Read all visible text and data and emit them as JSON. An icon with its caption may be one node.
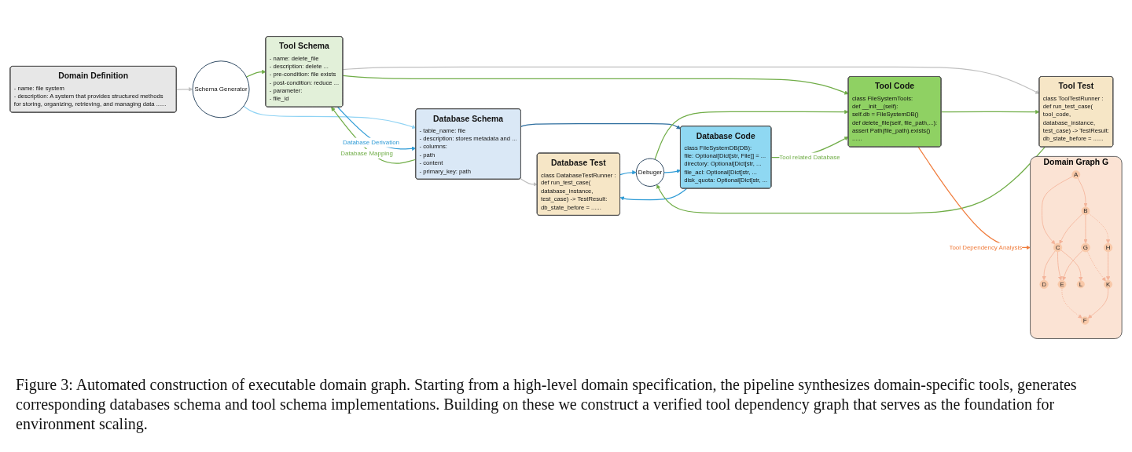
{
  "diagram": {
    "caption": "Figure 3: Automated construction of executable domain graph. Starting from a high-level domain specification, the pipeline synthesizes domain-specific tools, generates corresponding databases schema and tool schema implementations. Building on these we construct a verified tool dependency graph that serves as the foundation for environment scaling.",
    "nodes": [
      {
        "text": [
          "Domain Definition",
          "- name: file system",
          "- description: A system that provides structured methods for storing, organizing, retrieving, and managing data ......"
        ]
      },
      {
        "text": [
          "Schema Generator"
        ]
      },
      {
        "text": [
          "Tool Schema",
          "- name: delete_file",
          "- description: delete ...",
          "- pre-condition: file exists",
          "- post-condition: reduce ...",
          "- parameter:",
          "- file_id"
        ]
      },
      {
        "text": [
          "Database Schema",
          "- table_name: file",
          "- description: stores metadata and ...",
          "- columns:",
          "- path",
          "- content",
          "- primary_key: path"
        ]
      },
      {
        "text": [
          "Tool Test",
          "class ToolTestRunner :",
          "def run_test_case(",
          "tool_code,",
          "database_instance,",
          "test_case) -> TestResult:",
          "db_state_before = ......"
        ]
      },
      {
        "text": [
          "Database Test",
          "class DatabaseTestRunner :",
          "def run_test_case(",
          "database_instance,",
          "test_case) -> TestResult:",
          "db_state_before = ......"
        ]
      },
      {
        "text": [
          "Debuger"
        ]
      },
      {
        "text": [
          "Tool Code",
          "class FileSystemTools:",
          "def __init__(self):",
          "self.db = FileSystemDB()",
          "def delete_file(self, file_path,...):",
          "assert Path(file_path).exists()",
          "......"
        ]
      },
      {
        "text": [
          "Database Code",
          "class FileSystemDB(DB):",
          "file: Optional[Dict[str, File]] = ...",
          "directory: Optional[Dict[str, ...",
          "file_acl: Optional[Dict[str, ...",
          "disk_quota: Optional[Dict[str, ..."
        ]
      },
      {
        "text": [
          "Domain Graph G"
        ]
      },
      {
        "text": [
          "A"
        ],
        "in": 9
      },
      {
        "text": [
          "C"
        ],
        "in": 9
      },
      {
        "text": [
          "D"
        ],
        "in": 9
      },
      {
        "text": [
          "B"
        ],
        "in": 9
      },
      {
        "text": [
          "E"
        ],
        "in": 9
      },
      {
        "text": [
          "L"
        ],
        "in": 9
      },
      {
        "text": [
          "G"
        ],
        "in": 9
      },
      {
        "text": [
          "F"
        ],
        "in": 9
      },
      {
        "text": [
          "H"
        ],
        "in": 9
      },
      {
        "text": [
          "K"
        ],
        "in": 9
      }
    ],
    "edges": [
      {
        "from": 0,
        "to": 1,
        "arrow": "to",
        "color": "#bfbfbf"
      },
      {
        "from": 1,
        "to": 2,
        "arrow": "to",
        "color": "#70ad47"
      },
      {
        "from": 1,
        "to": 3,
        "arrow": "to",
        "color": "#8fd3f4"
      },
      {
        "from": 2,
        "to": 3,
        "arrow": "to",
        "label": "Database Derivation",
        "color": "#2e9bd6"
      },
      {
        "from": 3,
        "to": 2,
        "arrow": "to",
        "label": "Database Mapping",
        "color": "#70ad47"
      },
      {
        "from": 2,
        "to": 4,
        "arrow": "to",
        "color": "#bfbfbf"
      },
      {
        "from": 3,
        "to": 5,
        "arrow": "to",
        "color": "#bfbfbf"
      },
      {
        "from": 2,
        "to": 7,
        "arrow": "to",
        "color": "#70ad47"
      },
      {
        "from": 3,
        "to": 8,
        "arrow": "to",
        "color": "#2f6f9f"
      },
      {
        "from": 7,
        "to": 4,
        "arrow": "to",
        "color": "#70ad47"
      },
      {
        "from": 8,
        "to": 5,
        "arrow": "to",
        "color": "#2e9bd6"
      },
      {
        "from": 4,
        "to": 6,
        "arrow": "to",
        "color": "#70ad47"
      },
      {
        "from": 5,
        "to": 6,
        "arrow": "to",
        "color": "#2e9bd6"
      },
      {
        "from": 6,
        "to": 7,
        "arrow": "to",
        "color": "#70ad47"
      },
      {
        "from": 6,
        "to": 8,
        "arrow": "to",
        "color": "#2e9bd6"
      },
      {
        "from": 8,
        "to": 7,
        "arrow": "to",
        "label": "Tool related Database",
        "color": "#70ad47"
      },
      {
        "from": 7,
        "to": 9,
        "arrow": "to",
        "label": "Tool Dependency Analysis",
        "color": "#f07c3c"
      },
      {
        "from": 10,
        "to": 11,
        "arrow": "to"
      },
      {
        "from": 10,
        "to": 13,
        "arrow": "to"
      },
      {
        "from": 11,
        "to": 12,
        "arrow": "to"
      },
      {
        "from": 11,
        "to": 14,
        "arrow": "to"
      },
      {
        "from": 11,
        "to": 15,
        "arrow": "to"
      },
      {
        "from": 13,
        "to": 11,
        "arrow": "to"
      },
      {
        "from": 13,
        "to": 16,
        "arrow": "to"
      },
      {
        "from": 16,
        "to": 14,
        "arrow": "to"
      },
      {
        "from": 13,
        "to": 18,
        "arrow": "to",
        "style": "dashed"
      },
      {
        "from": 14,
        "to": 17,
        "arrow": "to",
        "style": "dashed"
      },
      {
        "from": 16,
        "to": 19,
        "arrow": "to",
        "style": "dashed"
      },
      {
        "from": 18,
        "to": 19,
        "arrow": "to"
      },
      {
        "from": 19,
        "to": 17,
        "arrow": "to"
      }
    ]
  }
}
